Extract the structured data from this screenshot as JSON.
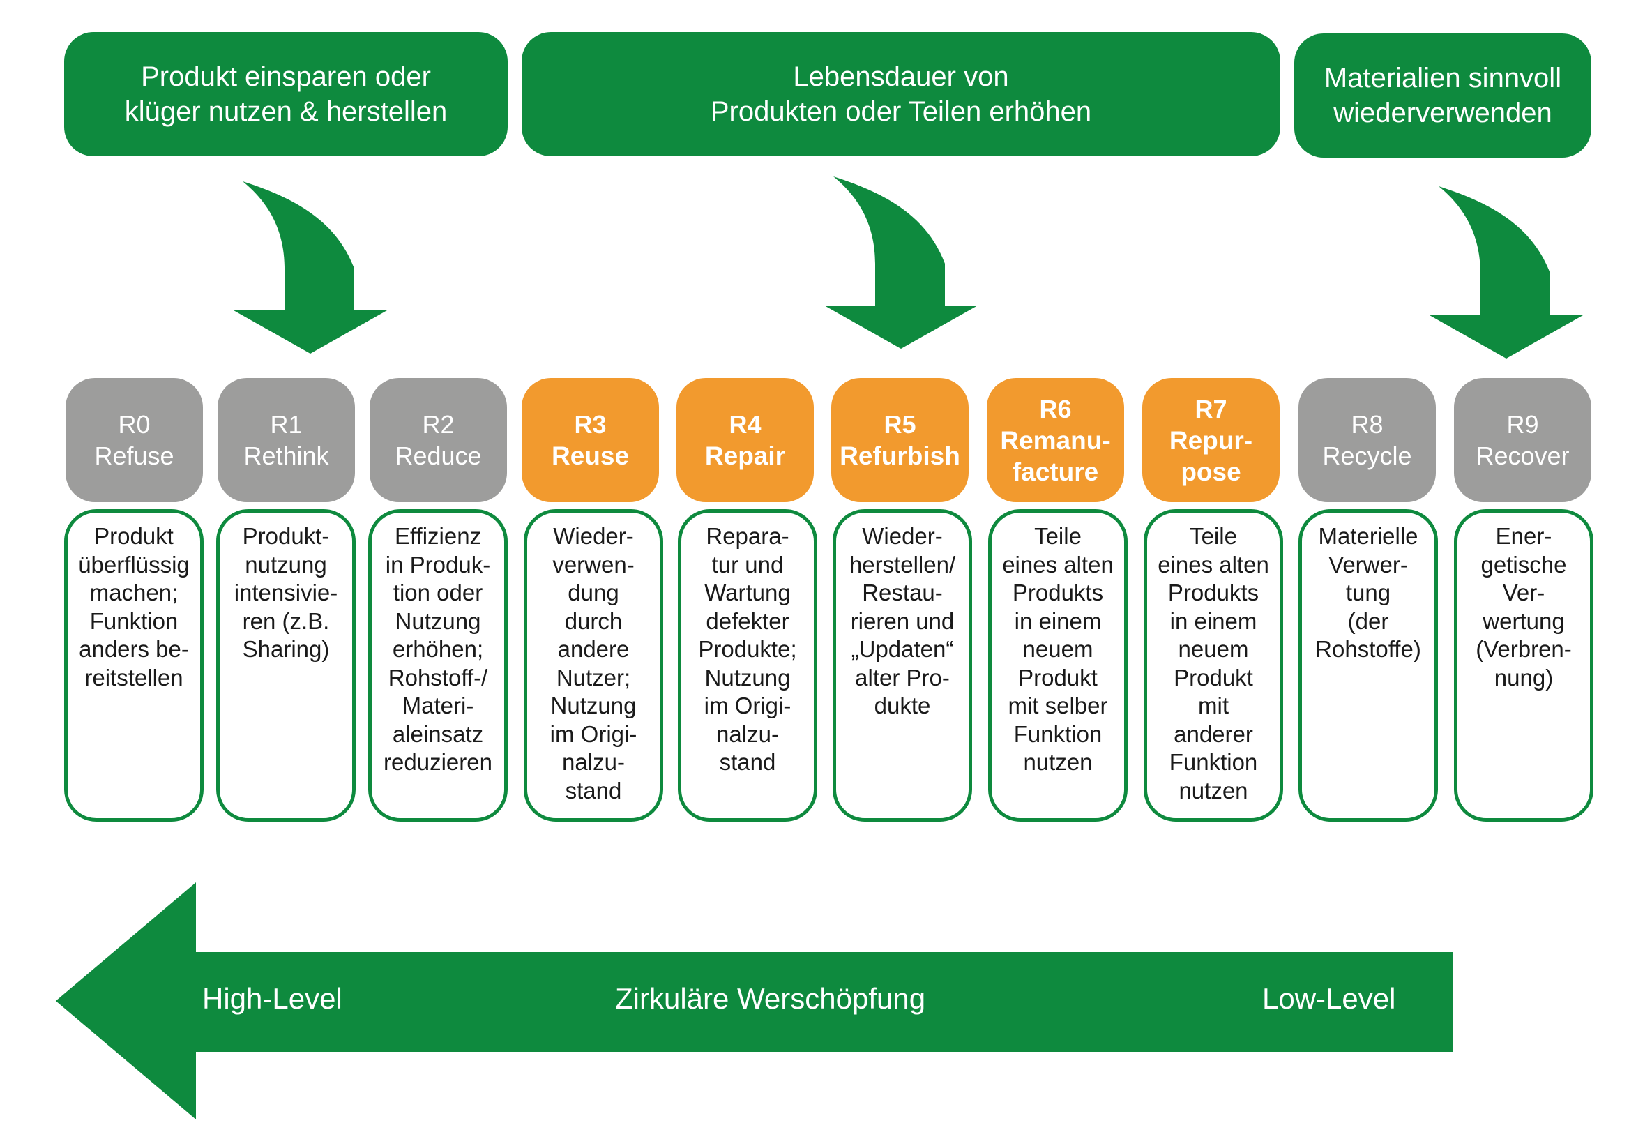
{
  "groups": [
    {
      "label": "Produkt einsparen oder\nklüger nutzen & herstellen"
    },
    {
      "label": "Lebensdauer von\nProdukten oder Teilen erhöhen"
    },
    {
      "label": "Materialien sinnvoll\nwiederverwenden"
    }
  ],
  "strategies": [
    {
      "code": "R0",
      "name": "Refuse",
      "color": "#9d9d9c",
      "description": "Produkt\nüberflüssig\nmachen;\nFunktion\nanders be-\nreitstellen"
    },
    {
      "code": "R1",
      "name": "Rethink",
      "color": "#9d9d9c",
      "description": "Produkt-\nnutzung\nintensivie-\nren (z.B.\nSharing)"
    },
    {
      "code": "R2",
      "name": "Reduce",
      "color": "#9d9d9c",
      "description": "Effizienz\nin Produk-\ntion oder\nNutzung\nerhöhen;\nRohstoff-/\nMateri-\naleinsatz\nreduzieren"
    },
    {
      "code": "R3",
      "name": "Reuse",
      "color": "#f29a2e",
      "description": "Wieder-\nverwen-\ndung\ndurch\nandere\nNutzer;\nNutzung\nim Origi-\nnalzu-\nstand"
    },
    {
      "code": "R4",
      "name": "Repair",
      "color": "#f29a2e",
      "description": "Repara-\ntur und\nWartung\ndefekter\nProdukte;\nNutzung\nim Origi-\nnalzu-\nstand"
    },
    {
      "code": "R5",
      "name": "Refurbish",
      "color": "#f29a2e",
      "description": "Wieder-\nherstellen/\nRestau-\nrieren und\n„Updaten“\nalter Pro-\ndukte"
    },
    {
      "code": "R6",
      "name": "Remanu-\nfacture",
      "color": "#f29a2e",
      "description": "Teile\neines alten\nProdukts\nin einem\nneuem\nProdukt\nmit selber\nFunktion\nnutzen"
    },
    {
      "code": "R7",
      "name": "Repur-\npose",
      "color": "#f29a2e",
      "description": "Teile\neines alten\nProdukts\nin einem\nneuem\nProdukt\nmit\nanderer\nFunktion\nnutzen"
    },
    {
      "code": "R8",
      "name": "Recycle",
      "color": "#9d9d9c",
      "description": "Materielle\nVerwer-\ntung\n(der\nRohstoffe)"
    },
    {
      "code": "R9",
      "name": "Recover",
      "color": "#9d9d9c",
      "description": "Ener-\ngetische\nVer-\nwertung\n(Verbren-\nnung)"
    }
  ],
  "scale_arrow": {
    "left_label": "High-Level",
    "center_label": "Zirkuläre Werschöpfung",
    "right_label": "Low-Level"
  },
  "colors": {
    "green": "#0e8a3e",
    "grey": "#9d9d9c",
    "orange": "#f29a2e"
  }
}
